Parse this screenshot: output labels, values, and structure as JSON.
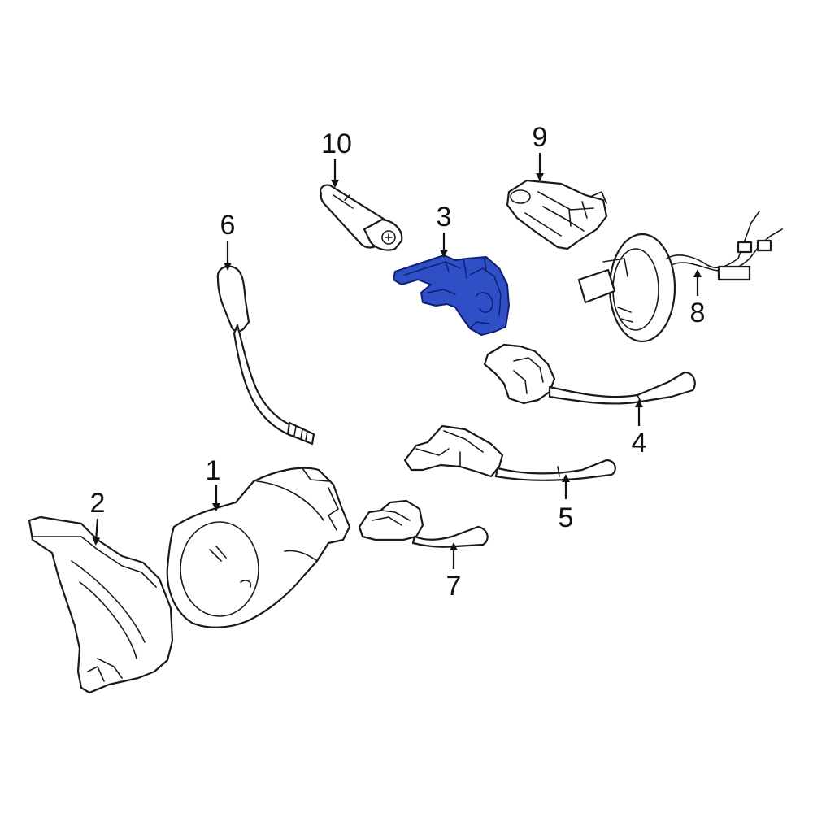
{
  "diagram": {
    "highlight_color": "#2f4fc7",
    "line_color": "#1a1a1a",
    "callouts": [
      {
        "id": "1",
        "label": "1"
      },
      {
        "id": "2",
        "label": "2"
      },
      {
        "id": "3",
        "label": "3"
      },
      {
        "id": "4",
        "label": "4"
      },
      {
        "id": "5",
        "label": "5"
      },
      {
        "id": "6",
        "label": "6"
      },
      {
        "id": "7",
        "label": "7"
      },
      {
        "id": "8",
        "label": "8"
      },
      {
        "id": "9",
        "label": "9"
      },
      {
        "id": "10",
        "label": "10"
      }
    ],
    "highlighted_part": "3"
  }
}
